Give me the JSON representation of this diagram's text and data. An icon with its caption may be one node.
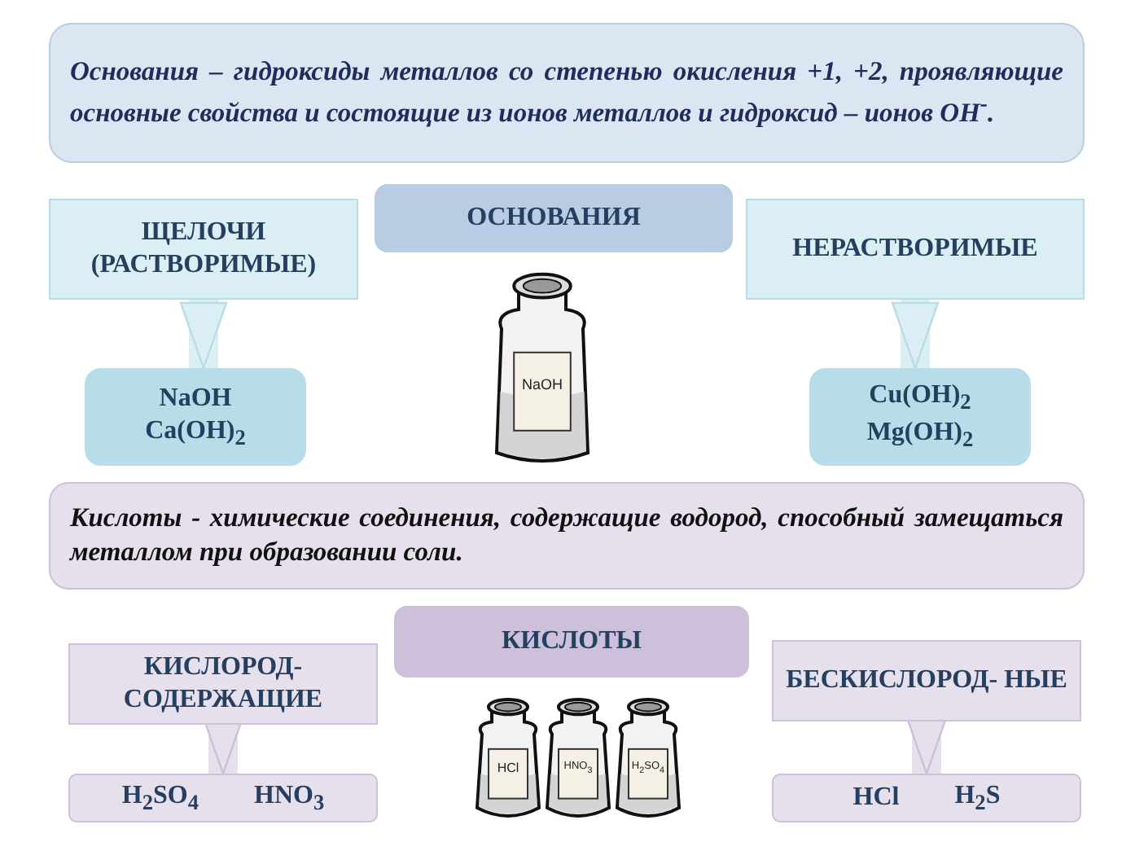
{
  "diagram": {
    "nodes": [
      {
        "text": [
          "Основания – гидроксиды металлов со степенью окисления +1, +2, проявляющие основные свойства и состоящие из ионов металлов и гидроксид – ионов ОН$^{-}$."
        ]
      },
      {
        "text": [
          "ЩЕЛОЧИ (РАСТВОРИМЫЕ)"
        ]
      },
      {
        "text": [
          "ОСНОВАНИЯ"
        ]
      },
      {
        "text": [
          "NaOH Ca(OH)$_{2}$"
        ]
      },
      {
        "text": [
          "НЕРАСТВОРИМЫЕ"
        ]
      },
      {
        "text": [
          "Cu(OH)$_{2}$ Mg(OH)$_{2}$"
        ]
      },
      {
        "text": [
          "Кислоты - химические соединения, содержащие водород, способный замещаться металлом при образовании соли."
        ]
      },
      {
        "text": [
          "КИСЛОТЫ"
        ]
      },
      {
        "text": [
          "КИСЛОРОД- СОДЕРЖАЩИЕ"
        ]
      },
      {
        "text": [
          "H$_{2}$SO$_{4}$",
          "HNO$_{3}$"
        ]
      },
      {
        "text": [
          "БЕСКИСЛОРОД- НЫЕ"
        ]
      },
      {
        "text": [
          "HCl",
          "H$_{2}$S"
        ]
      }
    ],
    "edges": [
      {
        "from": 1,
        "to": 3,
        "arrow": "to"
      },
      {
        "from": 4,
        "to": 5,
        "arrow": "to"
      },
      {
        "from": 8,
        "to": 9,
        "arrow": "to"
      },
      {
        "from": 10,
        "to": 11,
        "arrow": "to"
      }
    ],
    "labels": [
      "NaOH",
      "HCl",
      "HNO$_{3}$",
      "H$_{2}$SO$_{4}$"
    ]
  }
}
